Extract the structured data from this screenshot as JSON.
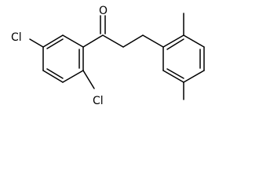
{
  "molecule": {
    "atoms": {
      "oxygen": "O",
      "chlorine_5": "Cl",
      "chlorine_2": "Cl"
    }
  },
  "colors": {
    "bond": "#000000",
    "label": "#000000",
    "background": "#ffffff"
  }
}
